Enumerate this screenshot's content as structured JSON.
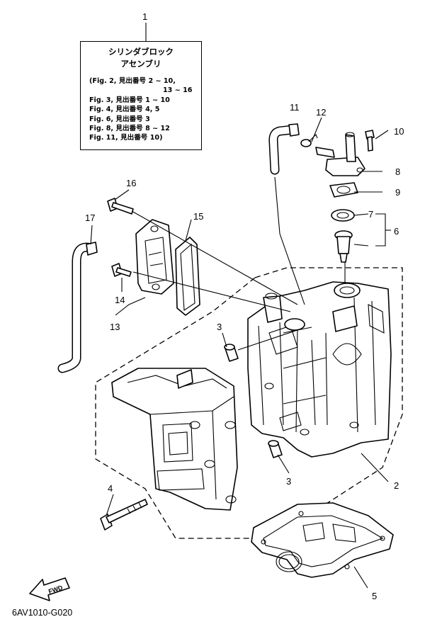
{
  "callout_box": {
    "title_line1": "シリンダブロック",
    "title_line2": "アセンブリ",
    "refs": [
      "(Fig. 2, 見出番号 2 ~ 10,",
      "13 ~ 16",
      "Fig. 3, 見出番号 1 ~ 10",
      "Fig. 4, 見出番号 4, 5",
      "Fig. 6, 見出番号 3",
      "Fig. 8, 見出番号 8 ~ 12",
      "Fig. 11, 見出番号 10)"
    ]
  },
  "part_numbers": {
    "p1": "1",
    "p2": "2",
    "p3a": "3",
    "p3b": "3",
    "p4": "4",
    "p5": "5",
    "p6": "6",
    "p7": "7",
    "p8": "8",
    "p9": "9",
    "p10": "10",
    "p11": "11",
    "p12": "12",
    "p13": "13",
    "p14": "14",
    "p15": "15",
    "p16": "16",
    "p17": "17"
  },
  "fwd_label": "FWD",
  "figure_code": "6AV1010-G020"
}
